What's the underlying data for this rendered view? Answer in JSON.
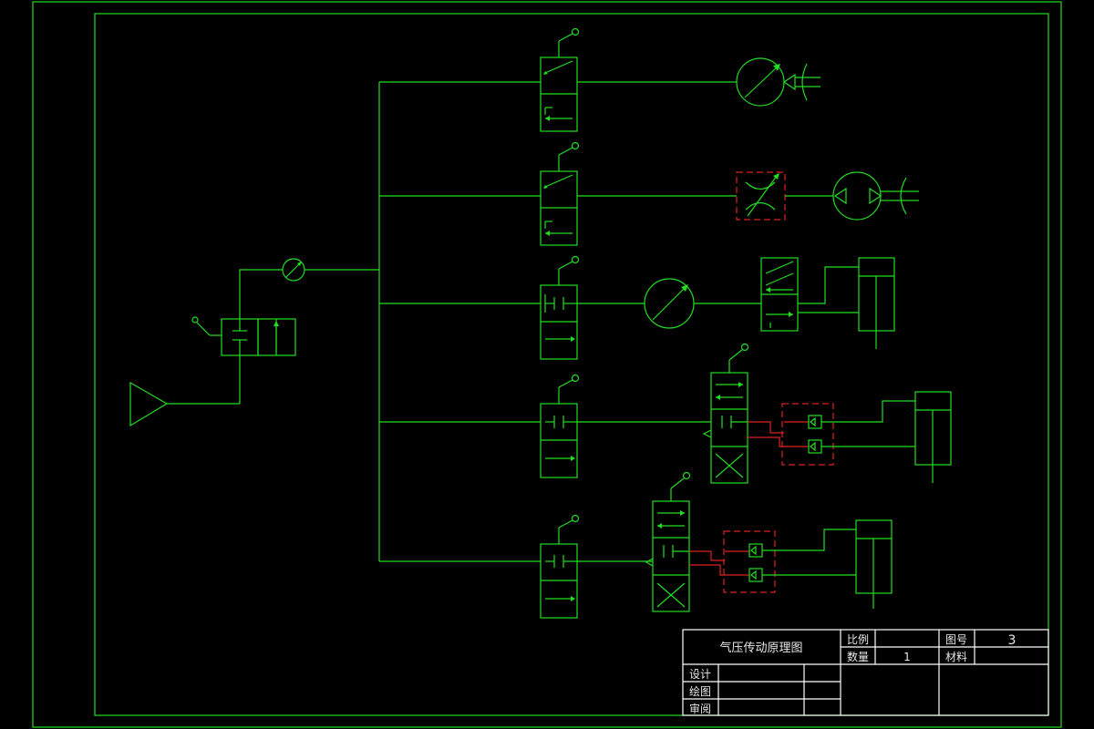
{
  "title_block": {
    "title": "气压传动原理图",
    "scale_label": "比例",
    "scale_value": "",
    "drawing_no_label": "图号",
    "drawing_no_value": "3",
    "quantity_label": "数量",
    "quantity_value": "1",
    "material_label": "材料",
    "material_value": "",
    "design_label": "设计",
    "draw_label": "绘图",
    "review_label": "审阅"
  },
  "colors": {
    "line": "#22dd22",
    "dashed_box": "#dd2222",
    "table": "#ffffff",
    "background": "#000000"
  },
  "circuits": [
    {
      "name": "motor-circuit",
      "components": [
        "3/2-lever-valve",
        "bidirectional-air-motor"
      ]
    },
    {
      "name": "throttled-motor-circuit",
      "components": [
        "3/2-lever-valve",
        "throttle-valve",
        "air-motor"
      ]
    },
    {
      "name": "gauge-cylinder-circuit",
      "components": [
        "3/2-lever-valve",
        "pressure-gauge",
        "directional-valve",
        "cylinder"
      ]
    },
    {
      "name": "check-valve-cylinder-circuit-a",
      "components": [
        "3/2-lever-valve",
        "3-position-lever-valve",
        "dual-check-valve",
        "cylinder"
      ]
    },
    {
      "name": "check-valve-cylinder-circuit-b",
      "components": [
        "3/2-lever-valve",
        "3-position-lever-valve",
        "dual-check-valve",
        "cylinder"
      ]
    }
  ]
}
